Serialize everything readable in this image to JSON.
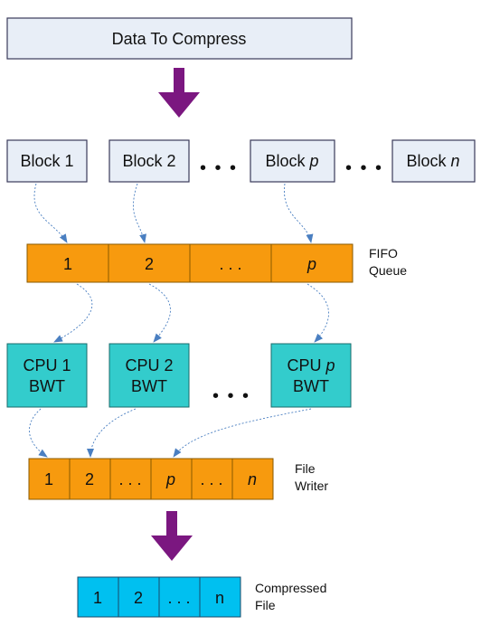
{
  "title": "Data To Compress",
  "blocks": [
    {
      "prefix": "Block",
      "id": "1"
    },
    {
      "prefix": "Block",
      "id": "2"
    },
    {
      "prefix": "Block",
      "id": "p"
    },
    {
      "prefix": "Block",
      "id": "n"
    }
  ],
  "ellipsis": "• • •",
  "fifo": {
    "cells": [
      "1",
      "2",
      ". . .",
      "p"
    ],
    "label_line1": "FIFO",
    "label_line2": "Queue"
  },
  "cpus": [
    {
      "line1_prefix": "CPU",
      "line1_id": "1",
      "line2": "BWT"
    },
    {
      "line1_prefix": "CPU",
      "line1_id": "2",
      "line2": "BWT"
    },
    {
      "line1_prefix": "CPU",
      "line1_id": "p",
      "line2": "BWT"
    }
  ],
  "file_writer": {
    "cells": [
      "1",
      "2",
      ". . .",
      "p",
      ". . .",
      "n"
    ],
    "label_line1": "File",
    "label_line2": "Writer"
  },
  "compressed": {
    "cells": [
      "1",
      "2",
      ". . .",
      "n"
    ],
    "label_line1": "Compressed",
    "label_line2": "File"
  },
  "colors": {
    "block_fill": "#e8eef7",
    "block_stroke": "#3a3a5a",
    "orange": "#f79a0e",
    "teal": "#33cccc",
    "cyan": "#00c0f0",
    "purple": "#7b1780",
    "arrow": "#4a7fc1"
  }
}
